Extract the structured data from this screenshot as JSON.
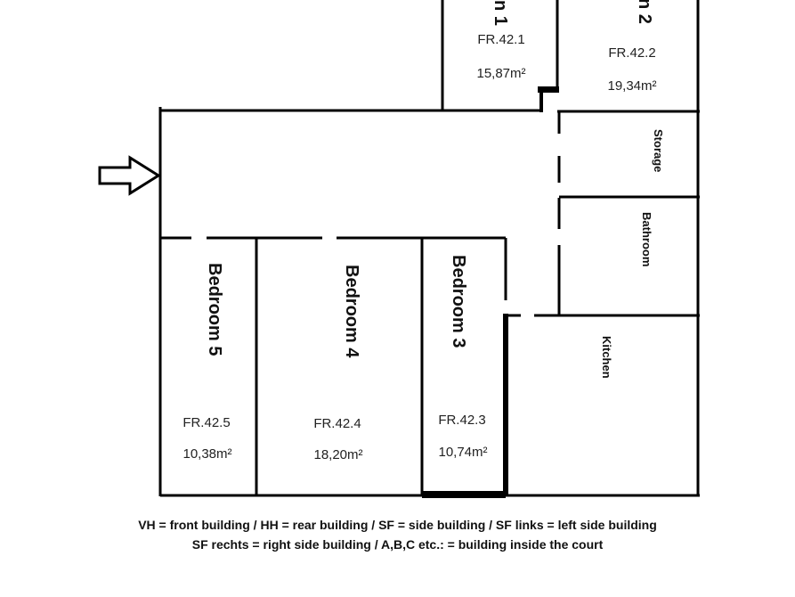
{
  "rooms": {
    "room1": {
      "name_fragment": "n 1",
      "code": "FR.42.1",
      "area": "15,87m²"
    },
    "room2": {
      "name_fragment": "n 2",
      "code": "FR.42.2",
      "area": "19,34m²"
    },
    "storage": {
      "name": "Storage"
    },
    "bathroom": {
      "name": "Bathroom"
    },
    "kitchen": {
      "name": "Kitchen"
    },
    "bedroom3": {
      "name": "Bedroom 3",
      "code": "FR.42.3",
      "area": "10,74m²"
    },
    "bedroom4": {
      "name": "Bedroom 4",
      "code": "FR.42.4",
      "area": "18,20m²"
    },
    "bedroom5": {
      "name": "Bedroom 5",
      "code": "FR.42.5",
      "area": "10,38m²"
    }
  },
  "legend": {
    "line1": "VH = front building / HH = rear building / SF = side building / SF links = left side building",
    "line2": "SF rechts = right side building / A,B,C etc.: =  building inside the court"
  },
  "icons": {
    "entrance": "entrance-arrow-icon"
  }
}
